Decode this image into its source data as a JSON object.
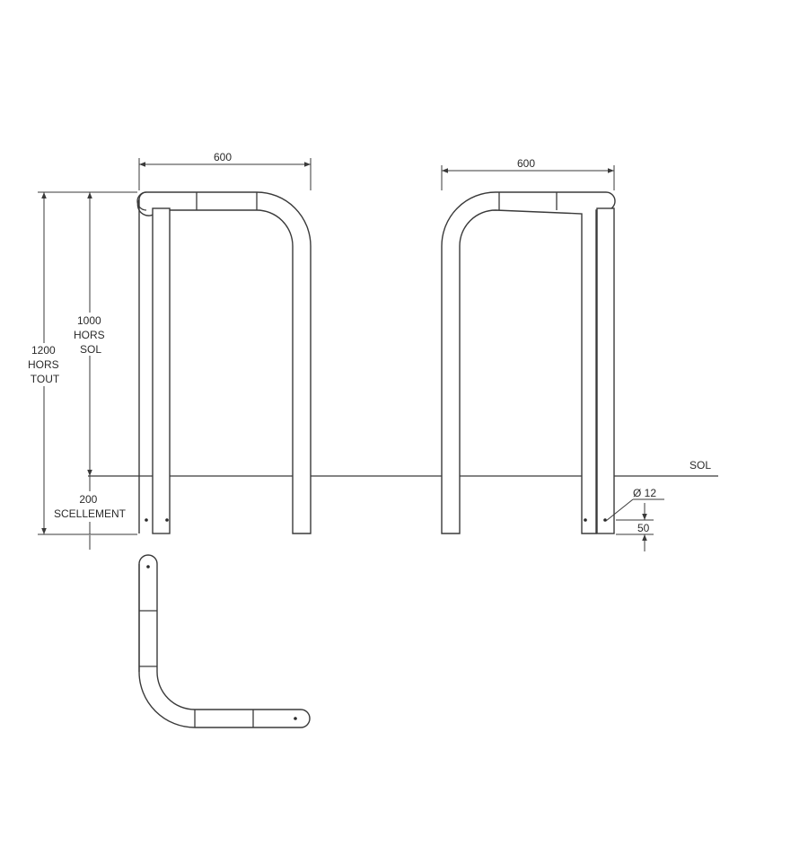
{
  "front_view": {
    "width_label": "600",
    "total_height_label": [
      "1200",
      "HORS",
      "TOUT"
    ],
    "above_ground_label": [
      "1000",
      "HORS",
      "SOL"
    ],
    "embed_label": [
      "200",
      "SCELLEMENT"
    ]
  },
  "side_view": {
    "width_label": "600",
    "ground_label": "SOL",
    "hole_diameter_label": "Ø 12",
    "hole_offset_label": "50"
  }
}
